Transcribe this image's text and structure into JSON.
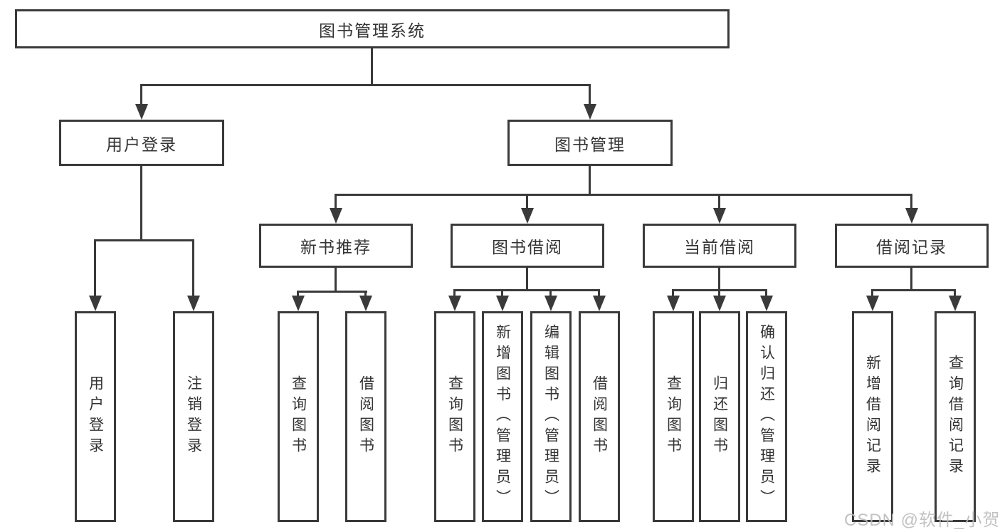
{
  "diagram": {
    "root": "图书管理系统",
    "branches": [
      {
        "label": "用户登录",
        "children": [
          "用户登录",
          "注销登录"
        ]
      },
      {
        "label": "图书管理",
        "children": [
          {
            "label": "新书推荐",
            "children": [
              "查询图书",
              "借阅图书"
            ]
          },
          {
            "label": "图书借阅",
            "children": [
              "查询图书",
              "新增图书（管理员）",
              "编辑图书（管理员）",
              "借阅图书"
            ]
          },
          {
            "label": "当前借阅",
            "children": [
              "查询图书",
              "归还图书",
              "确认归还（管理员）"
            ]
          },
          {
            "label": "借阅记录",
            "children": [
              "新增借阅记录",
              "查询借阅记录"
            ]
          }
        ]
      }
    ],
    "watermark": "CSDN @软件_小贺同学",
    "colors": {
      "background": "#ffffff",
      "line": "#3a3a3a",
      "text": "#333333",
      "watermark": "#bcbcbc"
    }
  }
}
